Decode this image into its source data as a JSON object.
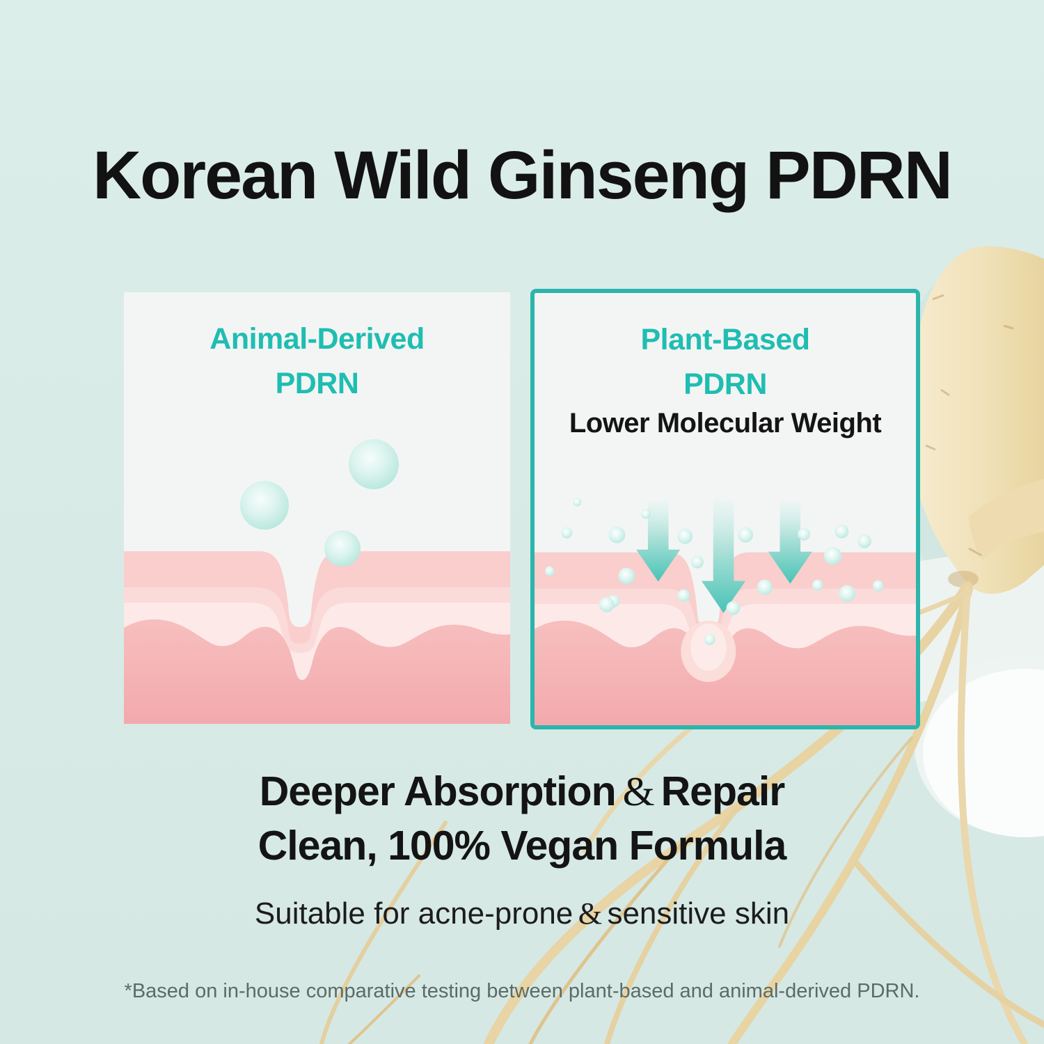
{
  "page": {
    "title": "Korean Wild Ginseng PDRN"
  },
  "comparison": {
    "animal_panel": {
      "heading_line1": "Animal-Derived",
      "heading_line2": "PDRN"
    },
    "plant_panel": {
      "heading_line1": "Plant-Based",
      "heading_line2": "PDRN",
      "subheading": "Lower Molecular Weight"
    }
  },
  "benefits": {
    "headline_line1_pre": "Deeper Absorption",
    "headline_line1_amp": "&",
    "headline_line1_post": "Repair",
    "headline_line2": "Clean, 100% Vegan Formula",
    "suitability_pre": "Suitable for acne-prone",
    "suitability_amp": "&",
    "suitability_post": "sensitive skin"
  },
  "footnote": "*Based on in-house comparative testing between plant-based and animal-derived PDRN.",
  "colors": {
    "accent_teal": "#2cb5ac",
    "heading_teal": "#1fbdb2",
    "panel_background": "#f3f5f4",
    "epidermis_pink": "#f9cecd",
    "dermis_pink": "#f3a9ad",
    "molecule_teal": "#b4e6dc",
    "text_black": "#121212",
    "footnote_gray": "#5b6b67",
    "background_mint": "#d9ebe7",
    "ginseng_beige": "#e8d49f"
  }
}
